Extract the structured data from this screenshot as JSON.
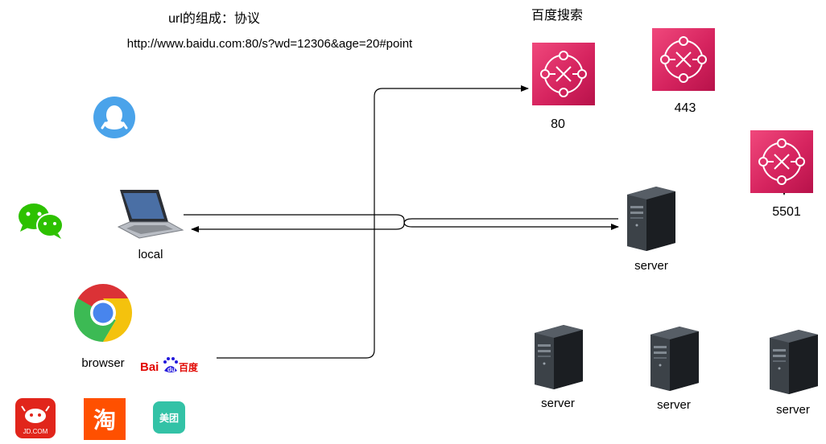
{
  "title": "url的组成：协议",
  "example_url": "http://www.baidu.com:80/s?wd=12306&age=20#point",
  "service": {
    "name": "百度搜索",
    "ports": [
      "80",
      "443",
      "5501"
    ]
  },
  "local_label": "local",
  "browser_label": "browser",
  "baidu_logo_text": "Bai百度",
  "server_labels": [
    "server",
    "server",
    "server",
    "server"
  ],
  "app_icons": {
    "jd": "JD.COM",
    "taobao": "淘",
    "meituan": "美团"
  },
  "colors": {
    "router": "#d81b60",
    "qq": "#4aa3ea",
    "wechat": "#2dc100",
    "jd": "#e1251b",
    "taobao": "#ff5000",
    "meituan": "#33c2a6"
  }
}
